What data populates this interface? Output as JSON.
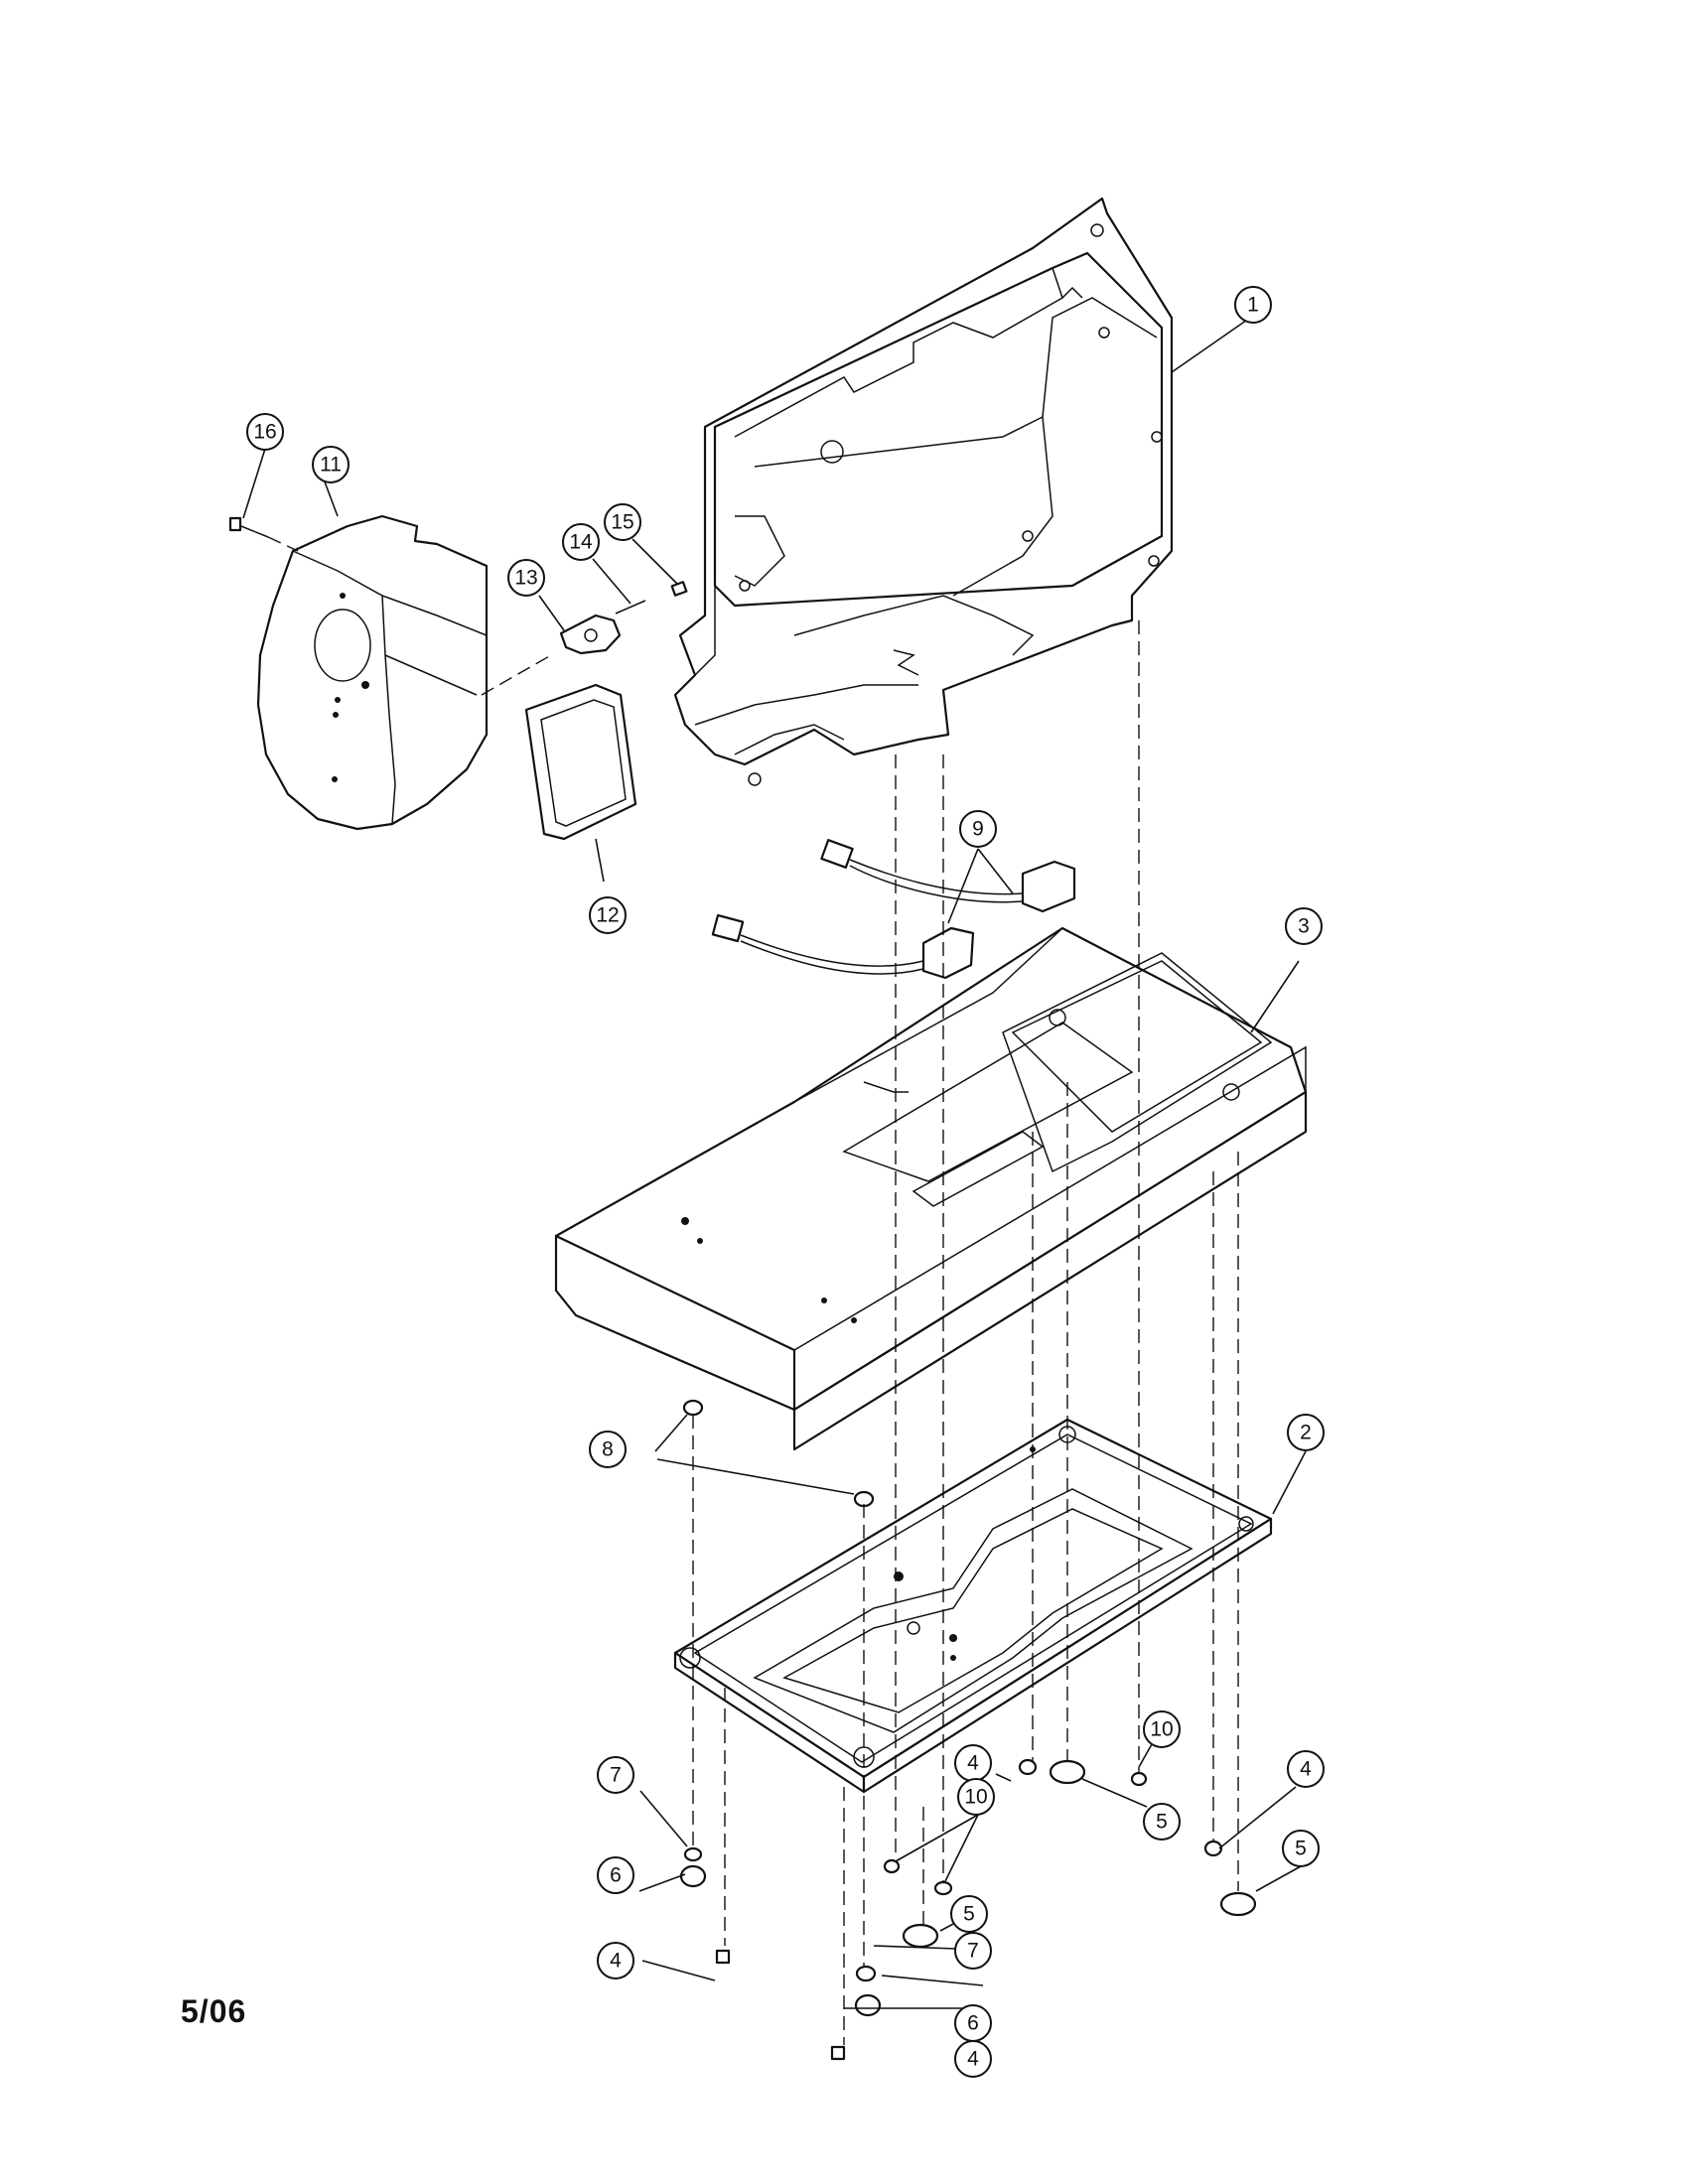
{
  "page": {
    "code": "5/06"
  },
  "diagram": {
    "callouts": [
      {
        "label": "1"
      },
      {
        "label": "2"
      },
      {
        "label": "3"
      },
      {
        "label": "4"
      },
      {
        "label": "4"
      },
      {
        "label": "4"
      },
      {
        "label": "4"
      },
      {
        "label": "5"
      },
      {
        "label": "5"
      },
      {
        "label": "5"
      },
      {
        "label": "6"
      },
      {
        "label": "6"
      },
      {
        "label": "7"
      },
      {
        "label": "7"
      },
      {
        "label": "8"
      },
      {
        "label": "9"
      },
      {
        "label": "10"
      },
      {
        "label": "10"
      },
      {
        "label": "11"
      },
      {
        "label": "12"
      },
      {
        "label": "13"
      },
      {
        "label": "14"
      },
      {
        "label": "15"
      },
      {
        "label": "16"
      }
    ]
  }
}
